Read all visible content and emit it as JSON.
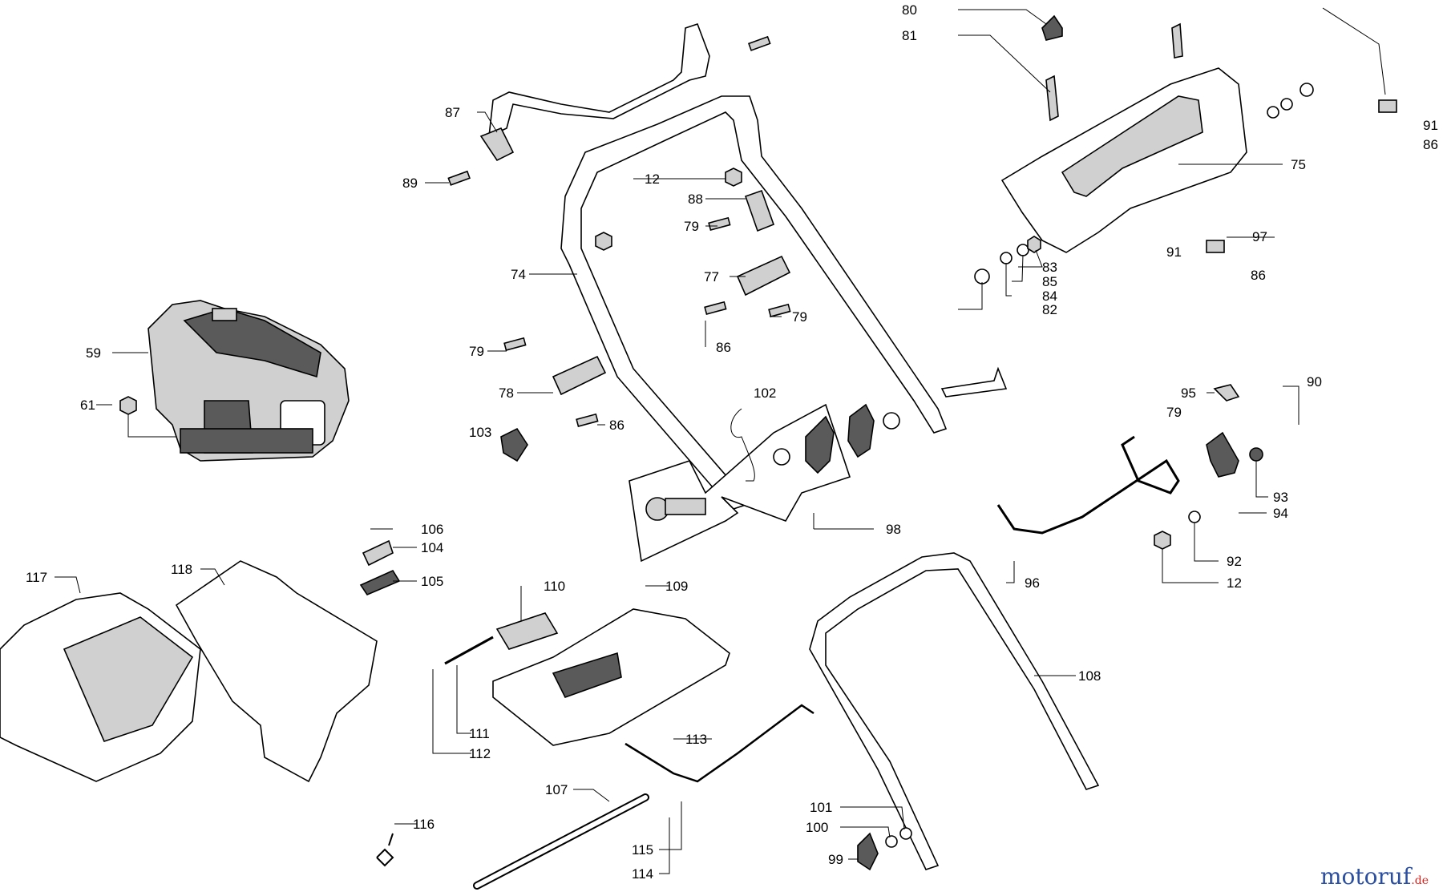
{
  "diagram": {
    "labels": [
      "80",
      "81",
      "91",
      "86",
      "75",
      "87",
      "12",
      "88",
      "79",
      "89",
      "83",
      "85",
      "84",
      "82",
      "97",
      "91",
      "86",
      "74",
      "77",
      "79",
      "86",
      "59",
      "61",
      "79",
      "78",
      "86",
      "102",
      "103",
      "98",
      "95",
      "79",
      "90",
      "93",
      "94",
      "92",
      "12",
      "96",
      "106",
      "104",
      "105",
      "117",
      "118",
      "110",
      "109",
      "108",
      "111",
      "112",
      "113",
      "107",
      "116",
      "101",
      "100",
      "99",
      "115",
      "114"
    ]
  },
  "brand": {
    "main": "motoruf",
    "suffix": ".de"
  }
}
